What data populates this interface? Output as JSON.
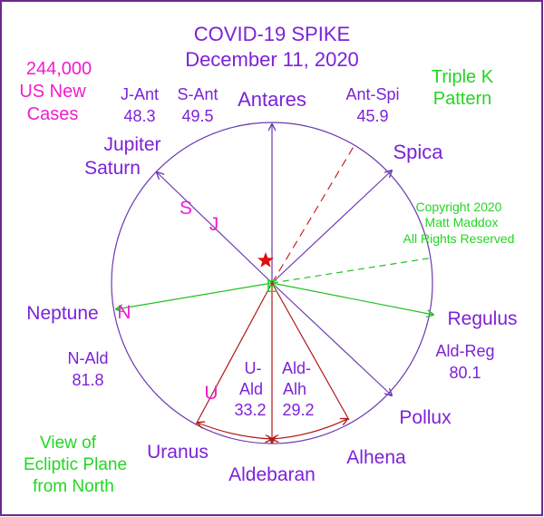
{
  "title": {
    "line1": "COVID-19 SPIKE",
    "line2": "December 11, 2020"
  },
  "cases_note": [
    "244,000",
    "US New",
    "Cases"
  ],
  "pattern_note": [
    "Triple K",
    "Pattern"
  ],
  "copyright": [
    "Copyright 2020",
    "Matt Maddox",
    "All Rights Reserved"
  ],
  "view_note": [
    "View of",
    "Ecliptic Plane",
    "from North"
  ],
  "earth_label": "E",
  "bodies": {
    "antares": "Antares",
    "spica": "Spica",
    "jupiter": "Jupiter",
    "saturn": "Saturn",
    "neptune": "Neptune",
    "regulus": "Regulus",
    "pollux": "Pollux",
    "alhena": "Alhena",
    "aldebaran": "Aldebaran",
    "uranus": "Uranus"
  },
  "markers": {
    "saturn": "S",
    "jupiter": "J",
    "neptune": "N",
    "uranus": "U"
  },
  "angles": {
    "j_ant": [
      "J-Ant",
      "48.3"
    ],
    "s_ant": [
      "S-Ant",
      "49.5"
    ],
    "ant_spi": [
      "Ant-Spi",
      "45.9"
    ],
    "n_ald": [
      "N-Ald",
      "81.8"
    ],
    "ald_reg": [
      "Ald-Reg",
      "80.1"
    ],
    "u_ald": [
      "U-",
      "Ald",
      "33.2"
    ],
    "ald_alh": [
      "Ald-",
      "Alh",
      "29.2"
    ]
  },
  "colors": {
    "purple": "#7d22d8",
    "magenta": "#f01cd0",
    "green": "#22d622",
    "dark_red": "#b01818",
    "circle": "#6a3ab0",
    "star": "#e01010"
  }
}
